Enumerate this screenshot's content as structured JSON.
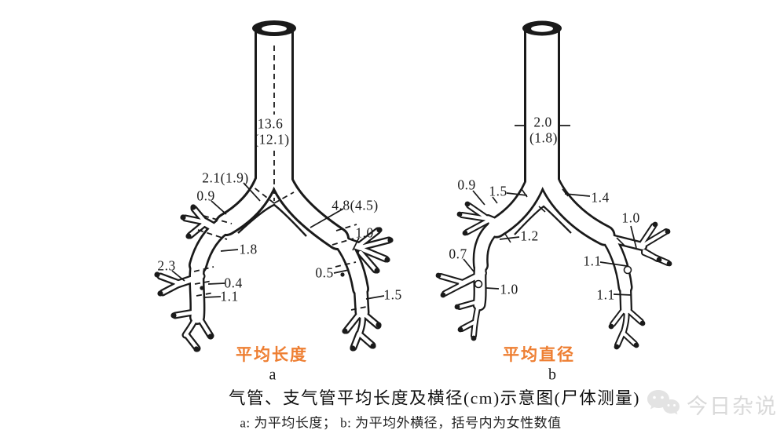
{
  "colors": {
    "accent": "#ee7f33",
    "ink": "#1a1a1a",
    "watermark": "#d9d9d9",
    "background": "#ffffff"
  },
  "caption": {
    "title": "气管、支气管平均长度及横径(cm)示意图(尸体测量)",
    "note": "a: 为平均长度；  b: 为平均外横径，括号内为女性数值"
  },
  "watermark": {
    "text": "今日杂说",
    "icon": "wechat-bubbles-icon"
  },
  "diagram_a": {
    "title": "平均长度",
    "tag": "a",
    "labels": {
      "trachea_length": "13.6",
      "trachea_length_female": "(12.1)",
      "left_main_bronchus": "2.1(1.9)",
      "left_upper_branch": "0.9",
      "right_main_bronchus": "4.8(4.5)",
      "right_upper_branch": "1.0",
      "left_intermediate": "1.8",
      "left_middle_branch": "2.3",
      "left_lower_a": "0.4",
      "left_lower_b": "1.1",
      "right_intermediate": "0.5",
      "right_lower": "1.5"
    }
  },
  "diagram_b": {
    "title": "平均直径",
    "tag": "b",
    "labels": {
      "trachea_diameter": "2.0",
      "trachea_diameter_female": "(1.8)",
      "left_upper_branch": "0.9",
      "left_main_bronchus": "1.5",
      "right_main_bronchus": "1.4",
      "left_intermediate": "1.2",
      "left_middle_branch": "0.7",
      "left_lower": "1.0",
      "right_upper_branch": "1.0",
      "right_intermediate": "1.1",
      "right_lower": "1.1"
    }
  }
}
